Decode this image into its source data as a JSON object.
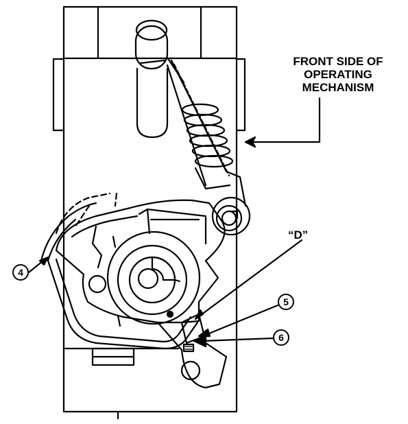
{
  "callout": {
    "line1": "FRONT SIDE OF",
    "line2": "OPERATING",
    "line3": "MECHANISM"
  },
  "labels": {
    "d": "“D”",
    "item4": "4",
    "item5": "5",
    "item6": "6"
  },
  "colors": {
    "ink": "#000000",
    "paper": "#ffffff"
  }
}
